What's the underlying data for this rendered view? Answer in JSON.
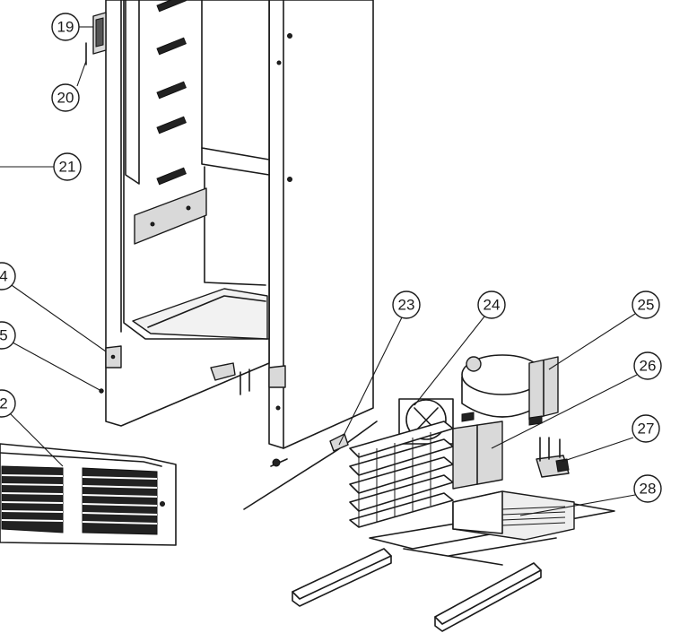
{
  "diagram": {
    "callouts": [
      {
        "id": "c19",
        "label": "19"
      },
      {
        "id": "c20",
        "label": "20"
      },
      {
        "id": "c21",
        "label": "21"
      },
      {
        "id": "c4",
        "label": "4"
      },
      {
        "id": "c5",
        "label": "5"
      },
      {
        "id": "c2",
        "label": "2"
      },
      {
        "id": "c23",
        "label": "23"
      },
      {
        "id": "c24",
        "label": "24"
      },
      {
        "id": "c25",
        "label": "25"
      },
      {
        "id": "c26",
        "label": "26"
      },
      {
        "id": "c27",
        "label": "27"
      },
      {
        "id": "c28",
        "label": "28"
      }
    ]
  },
  "colors": {
    "line": "#1a1a1a",
    "background": "#ffffff",
    "shade": "#d9d9d9"
  }
}
